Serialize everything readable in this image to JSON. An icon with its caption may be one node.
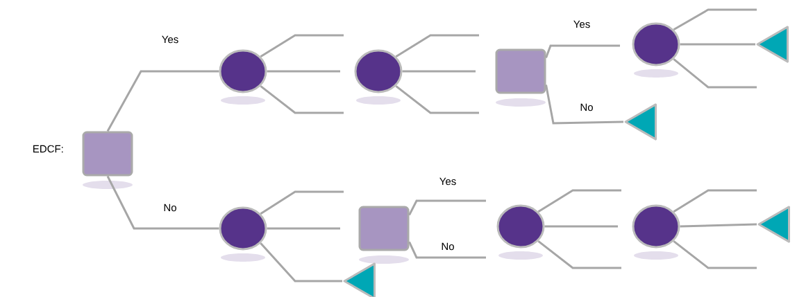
{
  "diagram": {
    "nodes": [
      {
        "text": [],
        "shape": "box",
        "beside": [
          "EDCF:"
        ]
      },
      {
        "text": [],
        "shape": "circle"
      },
      {
        "text": [],
        "shape": "circle"
      },
      {
        "text": [],
        "shape": "box"
      },
      {
        "text": [],
        "shape": "circle"
      },
      {
        "text": [],
        "shape": "triangle"
      },
      {
        "text": [],
        "shape": "triangle"
      },
      {
        "text": [],
        "shape": "circle"
      },
      {
        "text": [],
        "shape": "box"
      },
      {
        "text": [],
        "shape": "triangle"
      },
      {
        "text": [],
        "shape": "circle"
      },
      {
        "text": [],
        "shape": "circle"
      },
      {
        "text": [],
        "shape": "triangle"
      }
    ],
    "edges": [
      {
        "from": 0,
        "to": 1,
        "arrow": "none",
        "label": "Yes"
      },
      {
        "from": 0,
        "to": 7,
        "arrow": "none",
        "label": "No"
      },
      {
        "from": 1,
        "to": null,
        "arrow": "none"
      },
      {
        "from": 1,
        "to": null,
        "arrow": "none"
      },
      {
        "from": 1,
        "to": null,
        "arrow": "none"
      },
      {
        "from": 2,
        "to": null,
        "arrow": "none"
      },
      {
        "from": 2,
        "to": null,
        "arrow": "none"
      },
      {
        "from": 2,
        "to": null,
        "arrow": "none"
      },
      {
        "from": 3,
        "to": null,
        "arrow": "none",
        "label": "Yes"
      },
      {
        "from": 3,
        "to": 6,
        "arrow": "none",
        "label": "No"
      },
      {
        "from": 4,
        "to": null,
        "arrow": "none"
      },
      {
        "from": 4,
        "to": 5,
        "arrow": "none"
      },
      {
        "from": 4,
        "to": null,
        "arrow": "none"
      },
      {
        "from": 7,
        "to": null,
        "arrow": "none"
      },
      {
        "from": 7,
        "to": null,
        "arrow": "none"
      },
      {
        "from": 7,
        "to": 9,
        "arrow": "none"
      },
      {
        "from": 8,
        "to": null,
        "arrow": "none",
        "label": "Yes"
      },
      {
        "from": 8,
        "to": null,
        "arrow": "none",
        "label": "No"
      },
      {
        "from": 10,
        "to": null,
        "arrow": "none"
      },
      {
        "from": 10,
        "to": null,
        "arrow": "none"
      },
      {
        "from": 10,
        "to": null,
        "arrow": "none"
      },
      {
        "from": 11,
        "to": null,
        "arrow": "none"
      },
      {
        "from": 11,
        "to": 12,
        "arrow": "none"
      },
      {
        "from": 11,
        "to": null,
        "arrow": "none"
      }
    ]
  }
}
